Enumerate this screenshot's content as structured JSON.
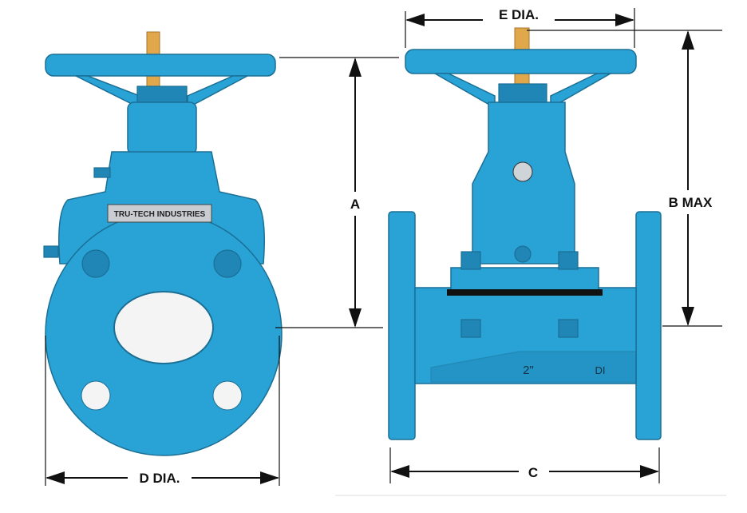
{
  "diagram": {
    "title_views": [
      "front-view",
      "side-view"
    ],
    "dimensions": {
      "a": "A",
      "b": "B MAX",
      "c": "C",
      "d": "D DIA.",
      "e": "E DIA."
    },
    "nameplate": "TRU-TECH INDUSTRIES",
    "body_marks": {
      "size": "2\"",
      "material": "DI"
    },
    "colors": {
      "valve_blue": "#29a3d6",
      "stem": "#e0a84a",
      "line": "#111111"
    }
  }
}
